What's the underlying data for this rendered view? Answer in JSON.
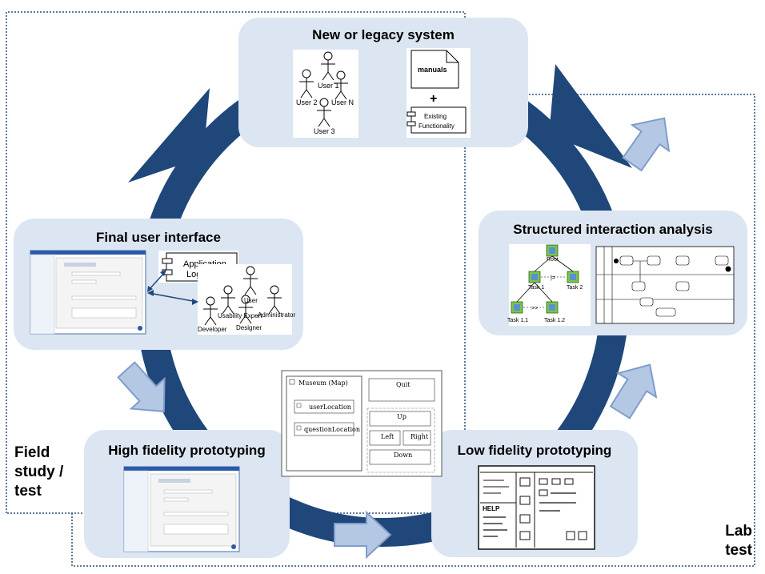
{
  "nodes": {
    "legacy": {
      "title": "New or legacy system",
      "actors": [
        "User 1",
        "User 2",
        "User N",
        "User 3"
      ],
      "doc": "manuals",
      "plus": "+",
      "component": "Existing Functionality"
    },
    "structured": {
      "title": "Structured interaction analysis",
      "tasks": [
        "Root",
        "Task 1",
        "Task 2",
        "Task 1.1",
        "Task 1.2"
      ],
      "ops": [
        "|=",
        ">>"
      ]
    },
    "final_ui": {
      "title": "Final user interface",
      "component": "Application Logic",
      "actors": [
        "User",
        "Administrator",
        "Usability Expert",
        "Developer",
        "Designer"
      ]
    },
    "high_fi": {
      "title": "High fidelity prototyping"
    },
    "low_fi": {
      "title": "Low fidelity prototyping",
      "sketch_help": "HELP"
    },
    "mockup": {
      "title": "Museum (Map)",
      "fields": [
        "userLocation",
        "questionLocation"
      ],
      "buttons": [
        "Quit",
        "Up",
        "Left",
        "Right",
        "Down"
      ]
    }
  },
  "zones": {
    "field": "Field study / test",
    "lab": "Lab test"
  },
  "colors": {
    "arc": "#1f477a",
    "box": "#dce6f2",
    "arrow_fill": "#b4c8e4",
    "arrow_stroke": "#7f9ccb"
  }
}
